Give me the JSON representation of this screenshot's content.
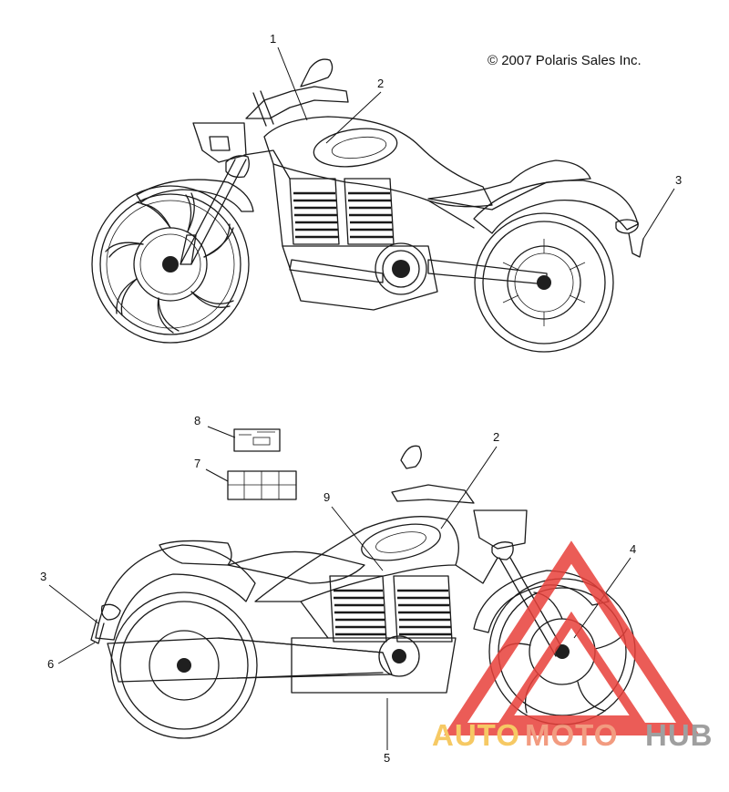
{
  "copyright": "© 2007 Polaris Sales Inc.",
  "callouts": {
    "top": {
      "c1": "1",
      "c2": "2",
      "c3": "3"
    },
    "bottom": {
      "c2": "2",
      "c3": "3",
      "c4": "4",
      "c5": "5",
      "c6": "6",
      "c7": "7",
      "c8": "8",
      "c9": "9"
    }
  },
  "watermark": {
    "part1": "AUTO",
    "part2": "MOTO",
    "part3": "HUB",
    "colors": {
      "auto": "#f5c04a",
      "moto": "#f08a6a",
      "hub": "#8f8f8f",
      "triangle": "#e8403a"
    }
  }
}
